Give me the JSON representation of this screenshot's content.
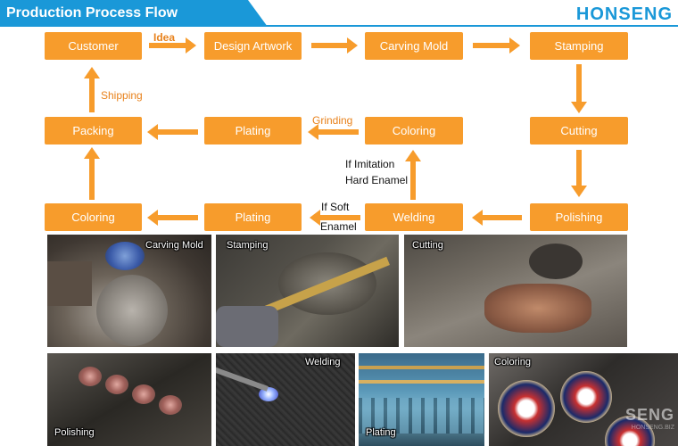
{
  "header": {
    "title": "Production Process Flow",
    "logo": "HONSENG",
    "accent_color": "#1a98d8"
  },
  "flow": {
    "box_color": "#f79c2c",
    "steps": {
      "customer": "Customer",
      "design_artwork": "Design Artwork",
      "carving_mold": "Carving Mold",
      "stamping": "Stamping",
      "cutting": "Cutting",
      "polishing": "Polishing",
      "welding": "Welding",
      "plating_bottom": "Plating",
      "coloring_bottom": "Coloring",
      "packing": "Packing",
      "plating_mid": "Plating",
      "coloring_mid": "Coloring"
    },
    "notes": {
      "idea": "Idea",
      "shipping": "Shipping",
      "grinding": "Grinding",
      "if_imitation": "If Imitation",
      "hard_enamel": "Hard Enamel",
      "if_soft": "If Soft",
      "enamel": "Enamel"
    }
  },
  "photos": {
    "carving_mold": "Carving Mold",
    "stamping": "Stamping",
    "cutting": "Cutting",
    "polishing": "Polishing",
    "welding": "Welding",
    "plating": "Plating",
    "coloring": "Coloring",
    "watermark": "SENG",
    "watermark_sub": "HONSENG.BIZ"
  }
}
